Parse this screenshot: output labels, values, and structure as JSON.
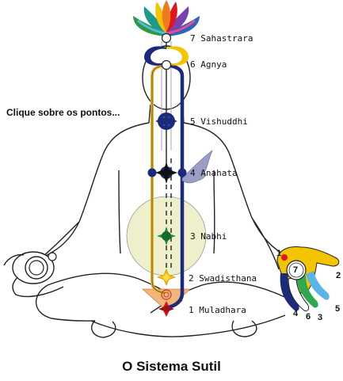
{
  "title": "O Sistema Sutil",
  "instruction": "Clique sobre os pontos...",
  "chakras": [
    {
      "label": "7 Sahastrara"
    },
    {
      "label": "6 Agnya"
    },
    {
      "label": "5 Vishuddhi"
    },
    {
      "label": "4 Anahata"
    },
    {
      "label": "3 Nabhi"
    },
    {
      "label": "2 Swadisthana"
    },
    {
      "label": "1 Muladhara"
    }
  ],
  "hand_centers": [
    {
      "label": "1",
      "color": "#e0161b"
    },
    {
      "label": "2",
      "color": "#f5c400"
    },
    {
      "label": "3",
      "color": "#2fa84f"
    },
    {
      "label": "4",
      "color": "#1b2a7a"
    },
    {
      "label": "5",
      "color": "#5ab4e6"
    },
    {
      "label": "6",
      "color": "#1b2a7a"
    },
    {
      "label": "7",
      "color": "#ffffff"
    }
  ],
  "colors": {
    "left_channel": "#1b2a7a",
    "right_channel": "#e8b32c",
    "central_channel": "#222222",
    "nabhi_field": "#eef0cc",
    "anahata_wing": "#9a9dc4"
  }
}
